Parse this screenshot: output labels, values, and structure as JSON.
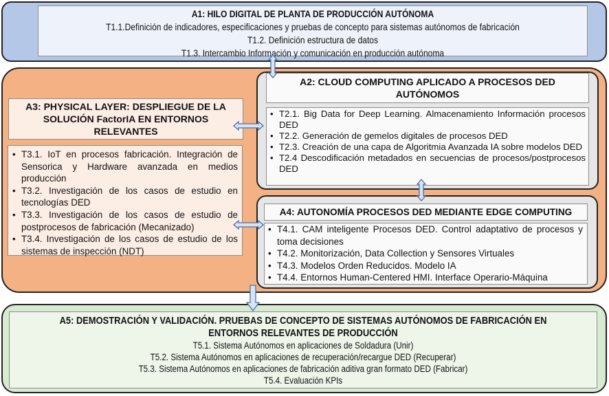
{
  "a1": {
    "title": "A1: HILO DIGITAL DE PLANTA DE PRODUCCIÓN AUTÓNOMA",
    "tasks": [
      "T1.1.Definición de indicadores, especificaciones y pruebas de concepto para sistemas autónomos de fabricación",
      "T1.2. Definición estructura de datos",
      "T1.3. Intercambio Información y comunicación en producción autónoma"
    ]
  },
  "a2": {
    "title": "A2: CLOUD COMPUTING APLICADO A PROCESOS DED AUTÓNOMOS",
    "tasks": [
      "T2.1. Big Data for Deep Learning. Almacenamiento Información procesos DED",
      "T2.2. Generación de gemelos digitales de procesos DED",
      "T2.3. Creación de una capa de Algoritmia Avanzada IA sobre modelos DED",
      "T2.4 Descodificación metadados en secuencias de procesos/postprocesos DED"
    ]
  },
  "a3": {
    "title": "A3: PHYSICAL LAYER: DESPLIEGUE DE LA SOLUCIÓN FactorIA EN ENTORNOS RELEVANTES",
    "tasks": [
      "T3.1. IoT en procesos fabricación. Integración de Sensorica y Hardware avanzada en medios producción",
      "T3.2. Investigación de los casos de estudio en tecnologías DED",
      "T3.3. Investigación de los casos de estudio de postprocesos de fabricación (Mecanizado)",
      "T3.4. Investigación de los casos de estudio de los sistemas de inspección (NDT)"
    ]
  },
  "a4": {
    "title": "A4: AUTONOMÍA PROCESOS DED MEDIANTE EDGE COMPUTING",
    "tasks": [
      "T4.1. CAM inteligente Procesos DED. Control adaptativo de procesos y toma decisiones",
      "T4.2. Monitorización, Data Collection y Sensores Virtuales",
      "T4.3. Modelos Orden Reducidos. Modelo IA",
      "T4.4. Entornos Human-Centered HMI. Interface Operario-Máquina"
    ]
  },
  "a5": {
    "title_line1": "A5: DEMOSTRACIÓN Y VALIDACIÓN. PRUEBAS DE CONCEPTO DE SISTEMAS AUTÓNOMOS DE FABRICACIÓN EN",
    "title_line2": "ENTORNOS RELEVANTES DE PRODUCCIÓN",
    "tasks": [
      "T5.1. Sistema Autónomos en aplicaciones de Soldadura (Unir)",
      "T5.2. Sistema Autónomos en aplicaciones de recuperación/recargue DED (Recuperar)",
      "T5.3. Sistema Autónomos en aplicaciones de fabricación aditiva gran formato DED (Fabricar)",
      "T5.4. Evaluación KPIs"
    ]
  },
  "colors": {
    "a1_fill": "#b4c7e7",
    "orange_fill": "#f4b183",
    "gray_fill": "#e7e6e6",
    "green_fill": "#d9ead3",
    "arrow_fill": "#dae3f3",
    "arrow_stroke": "#4a6fa5"
  }
}
